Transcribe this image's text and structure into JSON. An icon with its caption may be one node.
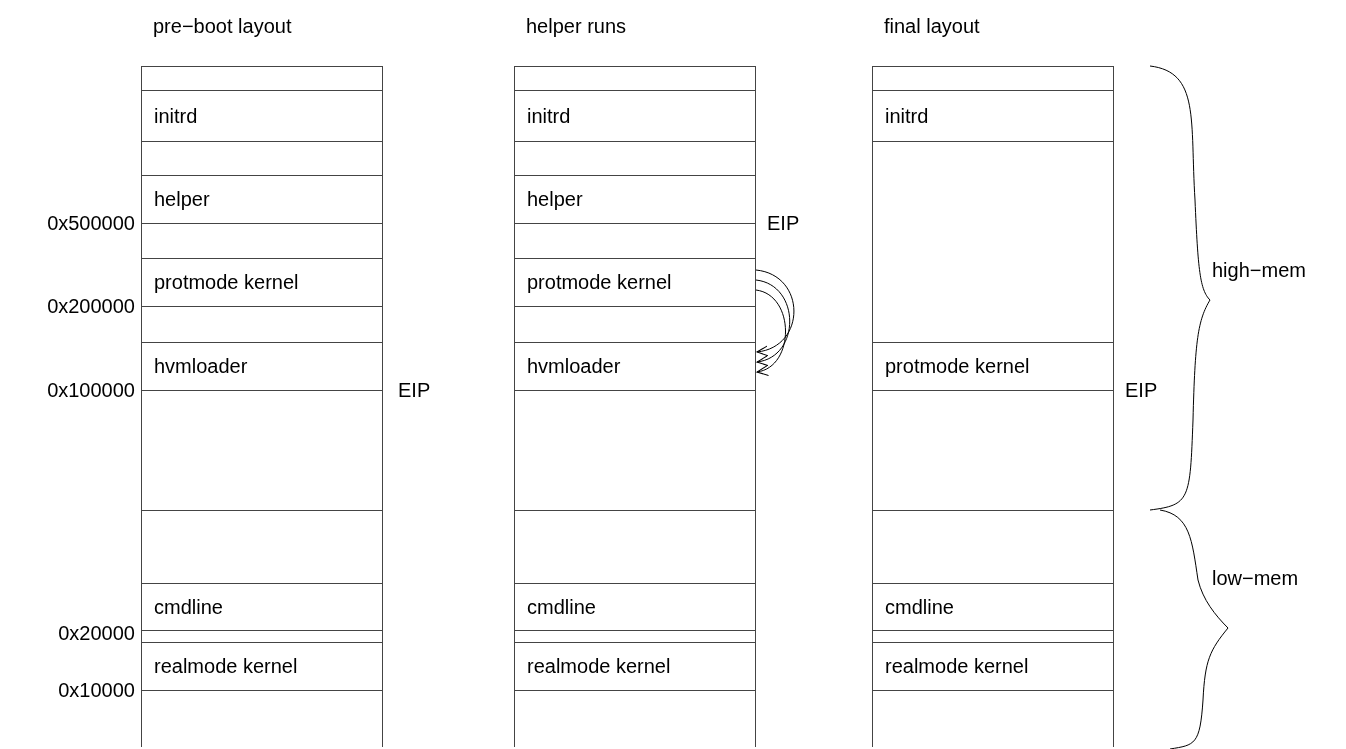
{
  "diagram": {
    "nodes": [
      {
        "text": [
          "pre−boot layout"
        ]
      },
      {
        "text": [],
        "shape": "box",
        "in": 0
      },
      {
        "text": [
          "initrd"
        ],
        "in": 0
      },
      {
        "text": [],
        "shape": "box",
        "in": 0
      },
      {
        "text": [
          "helper"
        ],
        "in": 0
      },
      {
        "text": [],
        "shape": "box",
        "in": 0
      },
      {
        "text": [
          "protmode kernel"
        ],
        "in": 0
      },
      {
        "text": [],
        "shape": "box",
        "in": 0
      },
      {
        "text": [
          "hvmloader"
        ],
        "in": 0
      },
      {
        "text": [],
        "shape": "box",
        "in": 0
      },
      {
        "text": [],
        "shape": "box",
        "in": 0
      },
      {
        "text": [
          "cmdline"
        ],
        "in": 0
      },
      {
        "text": [],
        "shape": "box",
        "in": 0
      },
      {
        "text": [
          "realmode kernel"
        ],
        "in": 0
      },
      {
        "text": [],
        "shape": "box",
        "in": 0
      },
      {
        "text": [
          "helper runs"
        ]
      },
      {
        "text": [],
        "shape": "box",
        "in": 15
      },
      {
        "text": [
          "initrd"
        ],
        "in": 15
      },
      {
        "text": [],
        "shape": "box",
        "in": 15
      },
      {
        "text": [
          "helper"
        ],
        "in": 15
      },
      {
        "text": [],
        "shape": "box",
        "in": 15
      },
      {
        "text": [
          "protmode kernel"
        ],
        "in": 15
      },
      {
        "text": [],
        "shape": "box",
        "in": 15
      },
      {
        "text": [
          "hvmloader"
        ],
        "in": 15
      },
      {
        "text": [],
        "shape": "box",
        "in": 15
      },
      {
        "text": [],
        "shape": "box",
        "in": 15
      },
      {
        "text": [
          "cmdline"
        ],
        "in": 15
      },
      {
        "text": [],
        "shape": "box",
        "in": 15
      },
      {
        "text": [
          "realmode kernel"
        ],
        "in": 15
      },
      {
        "text": [],
        "shape": "box",
        "in": 15
      },
      {
        "text": [
          "final layout"
        ]
      },
      {
        "text": [],
        "shape": "box",
        "in": 30
      },
      {
        "text": [
          "initrd"
        ],
        "in": 30
      },
      {
        "text": [],
        "shape": "box",
        "in": 30
      },
      {
        "text": [
          "protmode kernel"
        ],
        "in": 30
      },
      {
        "text": [],
        "shape": "box",
        "in": 30
      },
      {
        "text": [],
        "shape": "box",
        "in": 30
      },
      {
        "text": [
          "cmdline"
        ],
        "in": 30
      },
      {
        "text": [],
        "shape": "box",
        "in": 30
      },
      {
        "text": [
          "realmode kernel"
        ],
        "in": 30
      },
      {
        "text": [],
        "shape": "box",
        "in": 30
      }
    ],
    "edges": [
      {
        "from": 21,
        "to": 23,
        "arrow": "to"
      },
      {
        "from": 21,
        "to": 23,
        "arrow": "to"
      },
      {
        "from": 21,
        "to": 23,
        "arrow": "to"
      }
    ],
    "labels": [
      "0x500000",
      "EIP",
      "high−mem",
      "0x200000",
      "0x100000",
      "EIP",
      "EIP",
      "low−mem",
      "0x20000",
      "0x10000"
    ]
  }
}
